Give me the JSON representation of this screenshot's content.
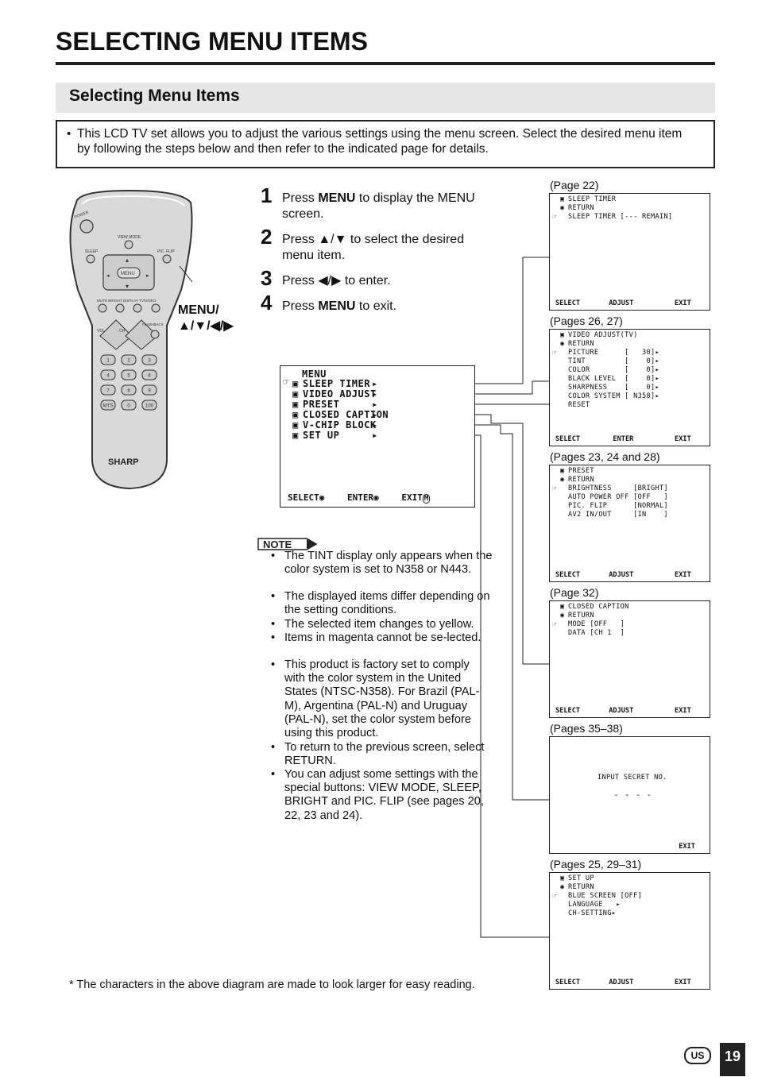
{
  "header": {
    "title": "SELECTING MENU ITEMS",
    "section_title": "Selecting Menu Items"
  },
  "intro": {
    "bullet": "•",
    "text": "This LCD TV set allows you to adjust the various settings using the menu screen. Select the desired menu item by following the steps below and then refer to the indicated page for details."
  },
  "remote": {
    "brand": "SHARP",
    "power": "POWER",
    "view_mode": "VIEW MODE",
    "sleep": "SLEEP",
    "pic_flip": "PIC. FLIP",
    "menu": "MENU",
    "row_labels": "MUTE  BRIGHT DISPLAY TV/VIDEO",
    "vol": "VOL",
    "ch": "CH",
    "flashback": "FLASHBACK",
    "keys": [
      "1",
      "2",
      "3",
      "4",
      "5",
      "6",
      "7",
      "8",
      "9",
      "MTS",
      "0",
      "100"
    ],
    "callout_line1": "MENU/",
    "callout_line2": "▲/▼/◀/▶"
  },
  "steps": [
    {
      "num": "1",
      "pre": "Press ",
      "bold": "MENU",
      "post": " to display the MENU screen."
    },
    {
      "num": "2",
      "pre": "Press ▲/▼ to select the desired menu item.",
      "bold": "",
      "post": ""
    },
    {
      "num": "3",
      "pre": "Press ◀/▶ to enter.",
      "bold": "",
      "post": ""
    },
    {
      "num": "4",
      "pre": "Press ",
      "bold": "MENU",
      "post": " to exit."
    }
  ],
  "main_menu": {
    "title": "MENU",
    "items": [
      "SLEEP TIMER",
      "VIDEO ADJUST",
      "PRESET",
      "CLOSED CAPTION",
      "V-CHIP BLOCK",
      "SET UP"
    ],
    "footer_select": "SELECT",
    "footer_enter": "ENTER",
    "footer_exit": "EXIT"
  },
  "screens": [
    {
      "caption": "(Page 22)",
      "lines": [
        "SLEEP TIMER",
        "RETURN",
        "SLEEP TIMER [--- REMAIN]"
      ],
      "footer": "SELECT       ADJUST          EXIT"
    },
    {
      "caption": "(Pages 26, 27)",
      "lines": [
        "VIDEO ADJUST(TV)",
        "RETURN",
        "PICTURE      [   30]▸",
        "TINT         [    0]▸",
        "COLOR        [    0]▸",
        "BLACK LEVEL  [    0]▸",
        "SHARPNESS    [    0]▸",
        "COLOR SYSTEM [ N358]▸",
        "RESET"
      ],
      "footer": "SELECT        ENTER          EXIT"
    },
    {
      "caption": "(Pages 23, 24 and 28)",
      "lines": [
        "PRESET",
        "RETURN",
        "BRIGHTNESS     [BRIGHT]",
        "AUTO POWER OFF [OFF   ]",
        "PIC. FLIP      [NORMAL]",
        "AV2 IN/OUT     [IN    ]"
      ],
      "footer": "SELECT       ADJUST          EXIT"
    },
    {
      "caption": "(Page 32)",
      "lines": [
        "CLOSED CAPTION",
        "RETURN",
        "MODE [OFF   ]",
        "DATA [CH 1  ]"
      ],
      "footer": "SELECT       ADJUST          EXIT"
    },
    {
      "caption": "(Pages 35–38)",
      "lines": [
        "INPUT SECRET NO.",
        "- - - -"
      ],
      "footer": "                              EXIT"
    },
    {
      "caption": "(Pages 25, 29–31)",
      "lines": [
        "SET UP",
        "RETURN",
        "BLUE SCREEN [OFF]",
        "LANGUAGE   ▸",
        "CH-SETTING▸"
      ],
      "footer": "SELECT       ADJUST          EXIT"
    }
  ],
  "note": {
    "label": "NOTE",
    "items": [
      "The TINT display only appears when the color system is set to N358 or N443.",
      "The displayed items differ depending on the setting conditions.",
      "The selected item changes to yellow.",
      "Items in magenta cannot be se-lected.",
      "This product is factory set to comply with the color system in the United States (NTSC-N358). For Brazil (PAL-M), Argentina (PAL-N) and Uruguay (PAL-N), set the color system before using this product.",
      "To return to the previous screen, select RETURN.",
      "You can adjust some settings with the special buttons: VIEW MODE, SLEEP, BRIGHT and PIC. FLIP (see pages 20, 22, 23 and 24)."
    ]
  },
  "footnote": "* The characters in the above diagram are made to look larger for easy reading.",
  "footer": {
    "region_badge": "US",
    "page_number": "19"
  }
}
